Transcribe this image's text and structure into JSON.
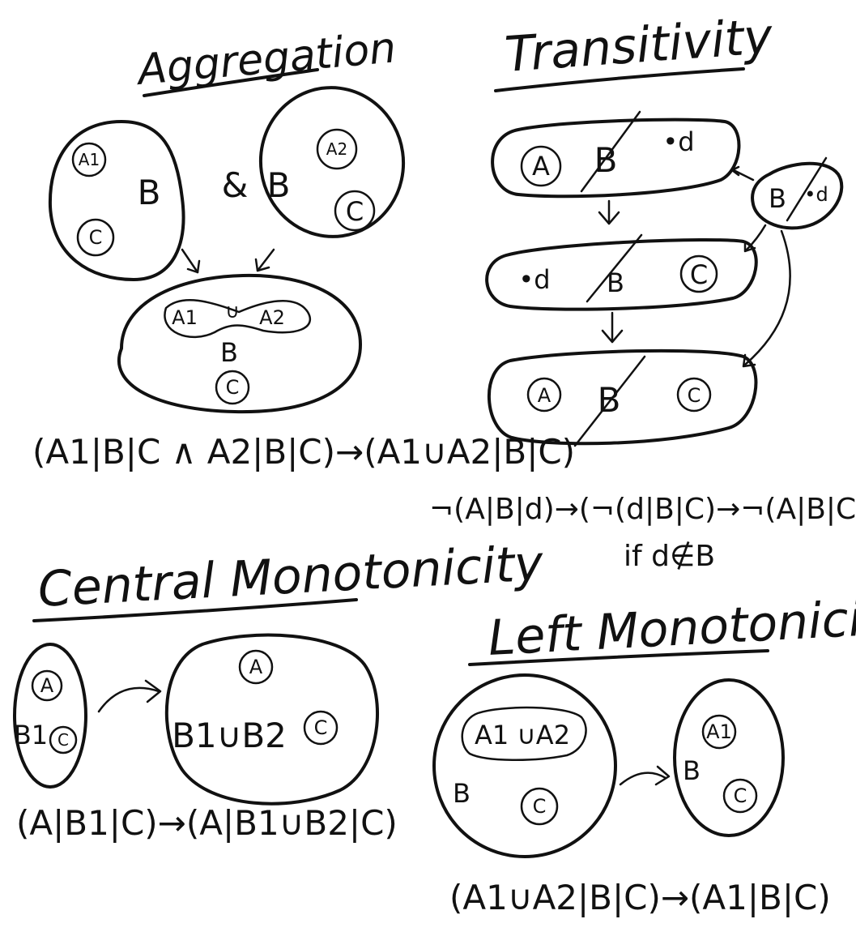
{
  "aggregation": {
    "title": "Aggregation",
    "left_circle": {
      "a": "A1",
      "b": "B",
      "c": "C"
    },
    "amp": "&",
    "right_circle": {
      "a": "A2",
      "b": "B",
      "c": "C"
    },
    "merged": {
      "a1": "A1",
      "union": "∪",
      "a2": "A2",
      "b": "B",
      "c": "C"
    },
    "formula": "(A1|B|C ∧ A2|B|C)→(A1∪A2|B|C)"
  },
  "transitivity": {
    "title": "Transitivity",
    "row1": {
      "a": "A",
      "b": "B",
      "d": "•d"
    },
    "row2": {
      "d": "•d",
      "b": "B",
      "c": "C"
    },
    "row3": {
      "a": "A",
      "b": "B",
      "c": "C"
    },
    "side": {
      "b": "B",
      "d": "•d"
    },
    "formula": "¬(A|B|d)→(¬(d|B|C)→¬(A|B|C))",
    "condition": "if d∉B"
  },
  "central_monotonicity": {
    "title": "Central Monotonicity",
    "left": {
      "a": "A",
      "b": "B1",
      "c": "C"
    },
    "right": {
      "a": "A",
      "b": "B1∪B2",
      "c": "C"
    },
    "formula": "(A|B1|C)→(A|B1∪B2|C)"
  },
  "left_monotonicity": {
    "title": "Left Monotonicity",
    "left": {
      "a": "A1 ∪A2",
      "b": "B",
      "c": "C"
    },
    "right": {
      "a": "A1",
      "b": "B",
      "c": "C"
    },
    "formula": "(A1∪A2|B|C)→(A1|B|C)"
  }
}
